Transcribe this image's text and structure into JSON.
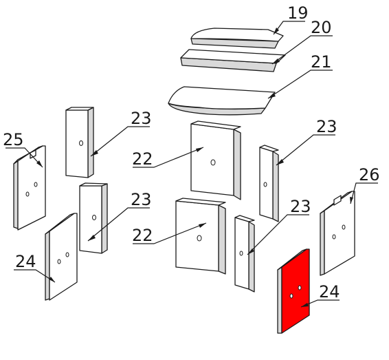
{
  "highlight_color": "#ff0000",
  "callouts": {
    "c19": "19",
    "c20": "20",
    "c21": "21",
    "c23_a": "23",
    "c23_b": "23",
    "c23_c": "23",
    "c23_d": "23",
    "c22_a": "22",
    "c22_b": "22",
    "c25": "25",
    "c26": "26",
    "c24_a": "24",
    "c24_b": "24"
  }
}
